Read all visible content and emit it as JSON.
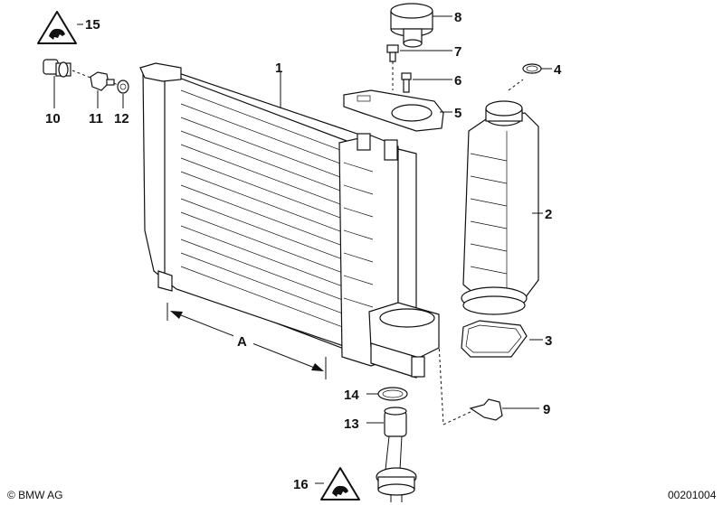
{
  "part_labels": {
    "p1": "1",
    "p2": "2",
    "p3": "3",
    "p4": "4",
    "p5": "5",
    "p6": "6",
    "p7": "7",
    "p8": "8",
    "p9": "9",
    "p10": "10",
    "p11": "11",
    "p12": "12",
    "p13": "13",
    "p14": "14",
    "p15": "15",
    "p16": "16"
  },
  "dimension_label": "A",
  "footer": {
    "copyright": "© BMW AG",
    "diagram_number": "00201004"
  },
  "icons": [
    "warning-triangle-icon",
    "warning-triangle-icon"
  ],
  "colors": {
    "ink": "#111111",
    "background": "#ffffff"
  }
}
